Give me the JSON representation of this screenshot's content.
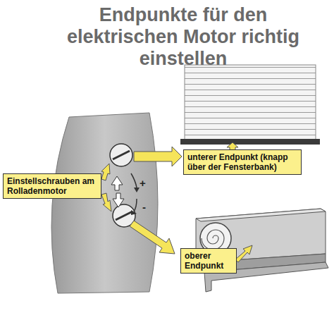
{
  "diagram": {
    "title": "Endpunkte für den elektrischen Motor richtig einstellen",
    "nodes": [
      {
        "text": [
          "unterer Endpunkt (knapp über der Fensterbank)"
        ]
      },
      {
        "text": [
          "Einstellschrauben am Rolladenmotor"
        ]
      },
      {
        "text": [
          "oberer Endpunkt"
        ]
      }
    ],
    "labels": [
      "+",
      "-"
    ]
  }
}
